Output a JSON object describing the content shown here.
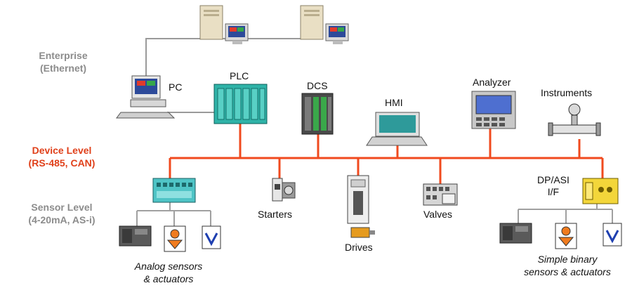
{
  "levels": {
    "enterprise": [
      "Enterprise",
      "(Ethernet)"
    ],
    "device": [
      "Device Level",
      "(RS-485, CAN)"
    ],
    "sensor": [
      "Sensor Level",
      "(4-20mA, AS-i)"
    ]
  },
  "devices": {
    "pc": "PC",
    "plc": "PLC",
    "dcs": "DCS",
    "hmi": "HMI",
    "analyzer": "Analyzer",
    "instruments": "Instruments",
    "starters": "Starters",
    "drives": "Drives",
    "valves": "Valves",
    "dp_asi": [
      "DP/ASI",
      "I/F"
    ]
  },
  "groups": {
    "analog": [
      "Analog sensors",
      "& actuators"
    ],
    "binary": [
      "Simple binary",
      "sensors & actuators"
    ]
  },
  "colors": {
    "bus": "#f04a1e",
    "ethernet": "#9a9a9a",
    "level_gray": "#8c8c8c",
    "level_red": "#e0401a"
  },
  "icons": [
    "server-tower-icon",
    "desktop-pc-icon",
    "plc-rack-icon",
    "dcs-cabinet-icon",
    "hmi-laptop-icon",
    "analyzer-panel-icon",
    "flowmeter-icon",
    "io-module-icon",
    "motor-starter-icon",
    "drive-unit-icon",
    "valve-block-icon",
    "gateway-icon",
    "sensor-device-icon",
    "actuator-icon",
    "checkmark-sensor-icon"
  ]
}
